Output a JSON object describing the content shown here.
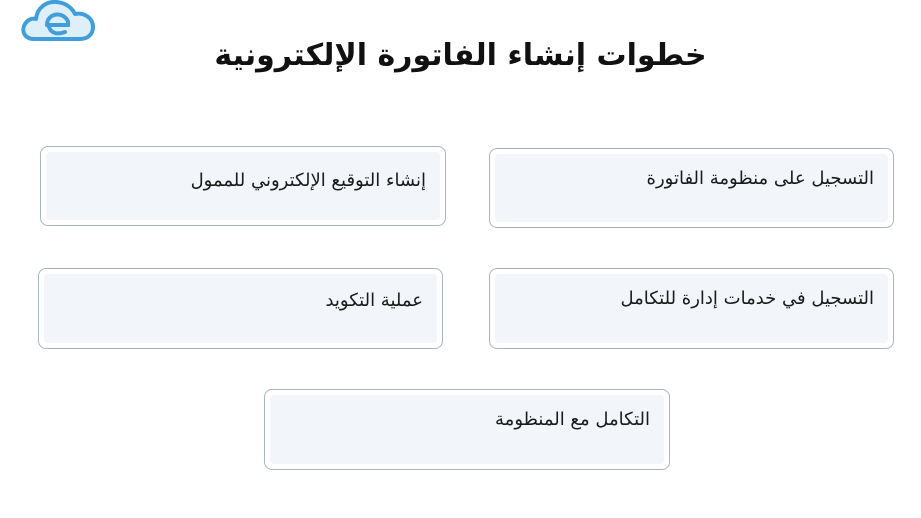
{
  "logo": {
    "icon": "cloud-logo-icon",
    "color": "#3f9fdc"
  },
  "title": "خطوات إنشاء الفاتورة الإلكترونية",
  "steps": [
    {
      "label": "التسجيل على منظومة الفاتورة"
    },
    {
      "label": "إنشاء التوقيع الإلكتروني للممول"
    },
    {
      "label": "التسجيل في خدمات إدارة للتكامل"
    },
    {
      "label": "عملية التكويد"
    },
    {
      "label": "التكامل مع المنظومة"
    }
  ]
}
